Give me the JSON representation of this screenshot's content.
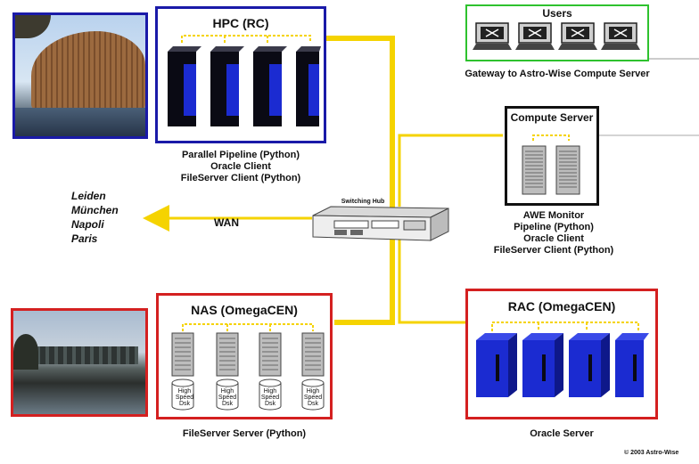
{
  "hpc": {
    "title": "HPC (RC)",
    "caption": [
      "Parallel Pipeline (Python)",
      "Oracle Client",
      "FileServer Client (Python)"
    ]
  },
  "users": {
    "title": "Users",
    "caption": "Gateway to Astro-Wise Compute Server"
  },
  "compute": {
    "title": "Compute Server",
    "caption": [
      "AWE Monitor",
      "Pipeline (Python)",
      "Oracle Client",
      "FileServer Client (Python)"
    ]
  },
  "hub": {
    "label": "Switching Hub"
  },
  "wan": {
    "label": "WAN",
    "cities": [
      "Leiden",
      "München",
      "Napoli",
      "Paris"
    ]
  },
  "nas": {
    "title": "NAS (OmegaCEN)",
    "caption": "FileServer Server (Python)",
    "disk_label": [
      "High",
      "Speed",
      "Dsk"
    ]
  },
  "rac": {
    "title": "RAC (OmegaCEN)",
    "caption": "Oracle Server"
  },
  "copyright": "© 2003 Astro-Wise",
  "colors": {
    "network": "#f5d300",
    "hpc_border": "#1a1aa8",
    "users_border": "#2ec22e",
    "compute_border": "#111111",
    "nas_border": "#d42020",
    "rac_border": "#d42020",
    "server_blue": "#1b2bd1"
  }
}
